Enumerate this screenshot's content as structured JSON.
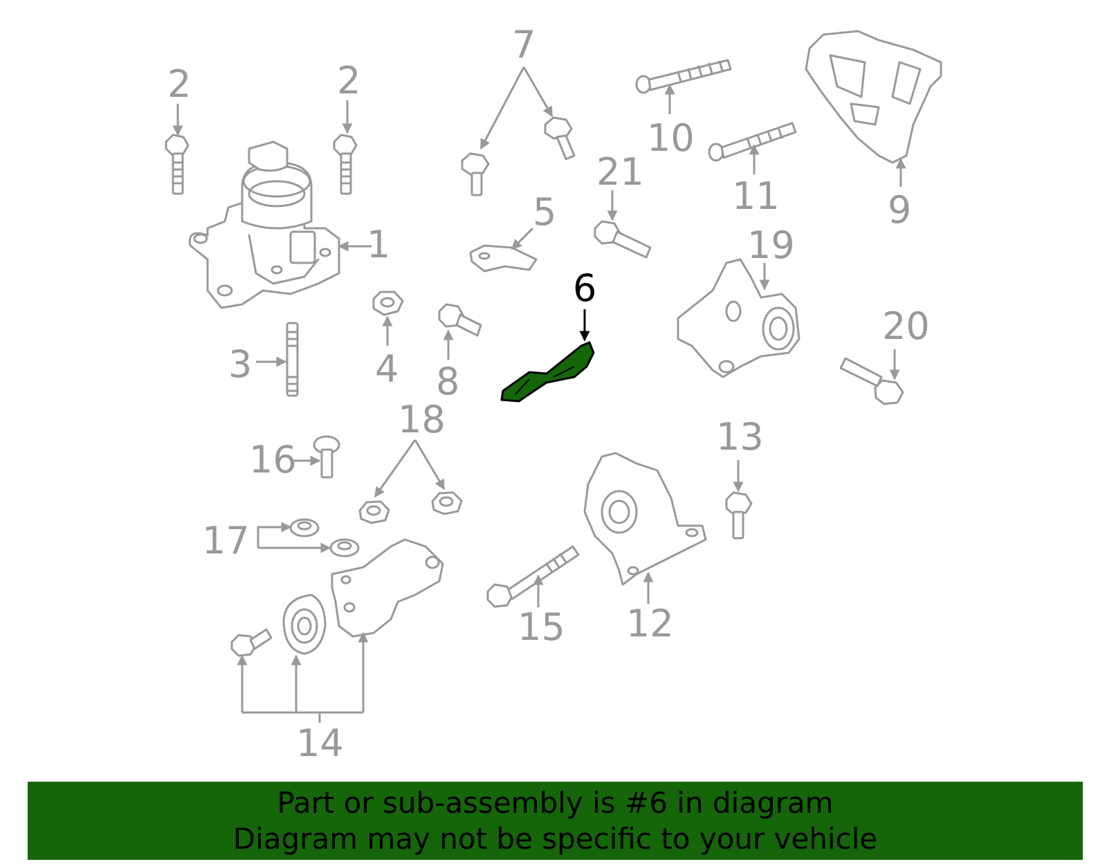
{
  "diagram": {
    "highlight_color": "#156509",
    "line_color": "#999999",
    "highlighted_part": "6",
    "callouts": [
      {
        "id": "c1",
        "label": "1"
      },
      {
        "id": "c2a",
        "label": "2"
      },
      {
        "id": "c2b",
        "label": "2"
      },
      {
        "id": "c3",
        "label": "3"
      },
      {
        "id": "c4",
        "label": "4"
      },
      {
        "id": "c5",
        "label": "5"
      },
      {
        "id": "c6",
        "label": "6"
      },
      {
        "id": "c7",
        "label": "7"
      },
      {
        "id": "c8",
        "label": "8"
      },
      {
        "id": "c9",
        "label": "9"
      },
      {
        "id": "c10",
        "label": "10"
      },
      {
        "id": "c11",
        "label": "11"
      },
      {
        "id": "c12",
        "label": "12"
      },
      {
        "id": "c13",
        "label": "13"
      },
      {
        "id": "c14",
        "label": "14"
      },
      {
        "id": "c15",
        "label": "15"
      },
      {
        "id": "c16",
        "label": "16"
      },
      {
        "id": "c17",
        "label": "17"
      },
      {
        "id": "c18",
        "label": "18"
      },
      {
        "id": "c19",
        "label": "19"
      },
      {
        "id": "c20",
        "label": "20"
      },
      {
        "id": "c21",
        "label": "21"
      }
    ]
  },
  "banner": {
    "line1": "Part or sub-assembly is #6 in diagram",
    "line2": "Diagram may not be specific to your vehicle",
    "background": "#156509"
  }
}
